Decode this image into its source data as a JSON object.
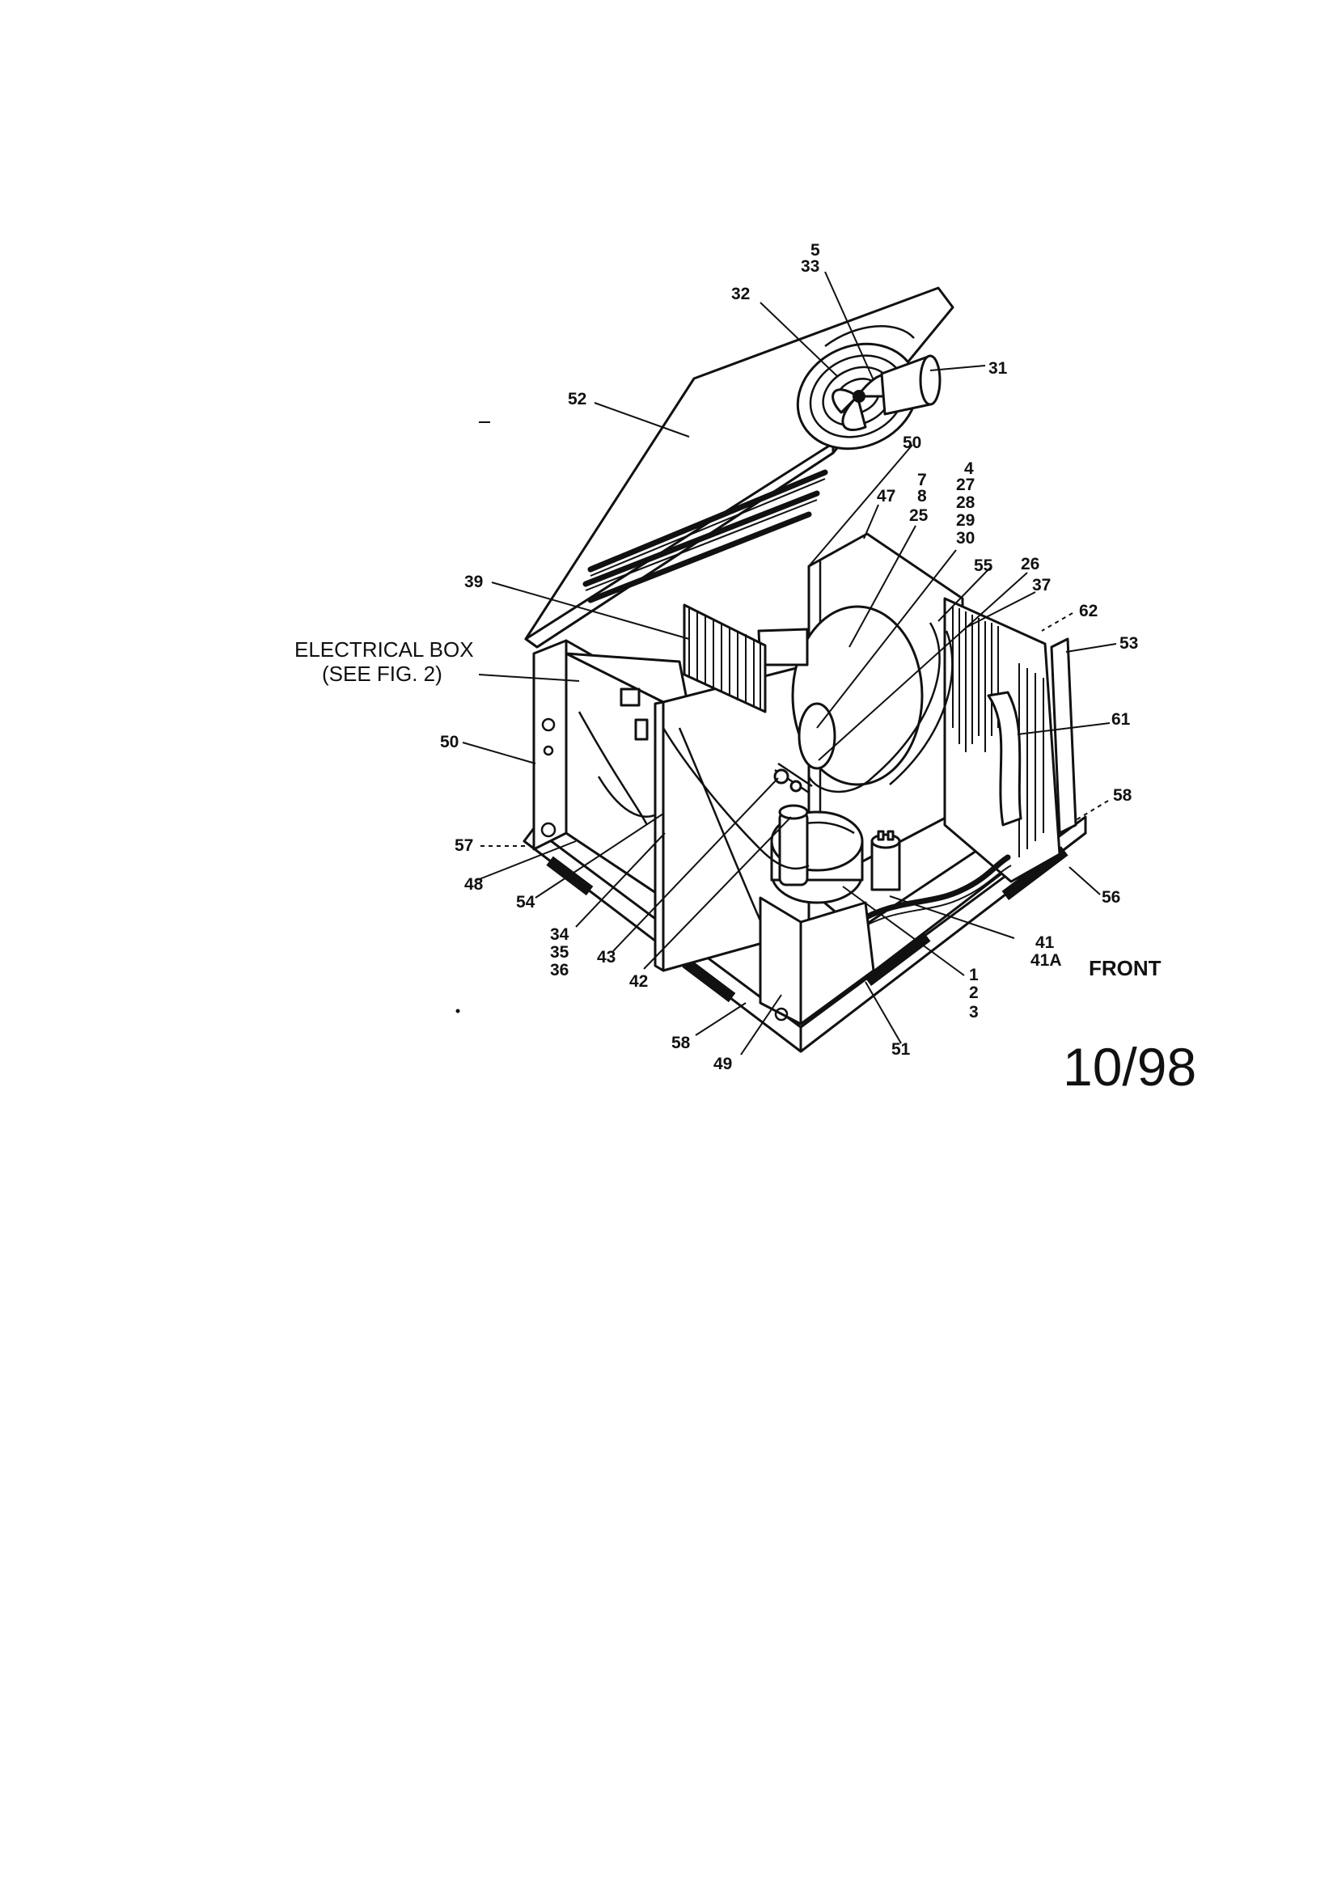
{
  "drawing": {
    "electrical_box": {
      "line1": "ELECTRICAL BOX",
      "line2": "(SEE FIG. 2)"
    },
    "front_label": "FRONT",
    "revision_date": "10/98",
    "callouts": {
      "c5": "5",
      "c33": "33",
      "c32": "32",
      "c31": "31",
      "c52": "52",
      "c50_top": "50",
      "c47": "47",
      "c7": "7",
      "c8": "8",
      "c25": "25",
      "c4": "4",
      "c27": "27",
      "c28": "28",
      "c29": "29",
      "c30": "30",
      "c55": "55",
      "c26": "26",
      "c37": "37",
      "c62": "62",
      "c53": "53",
      "c39": "39",
      "c61": "61",
      "c50_left": "50",
      "c58_right": "58",
      "c57": "57",
      "c48": "48",
      "c54": "54",
      "c56": "56",
      "c34": "34",
      "c35": "35",
      "c36": "36",
      "c43": "43",
      "c42": "42",
      "c41": "41",
      "c41a": "41A",
      "c1": "1",
      "c2": "2",
      "c3": "3",
      "c58_bottom": "58",
      "c49": "49",
      "c51": "51"
    }
  }
}
